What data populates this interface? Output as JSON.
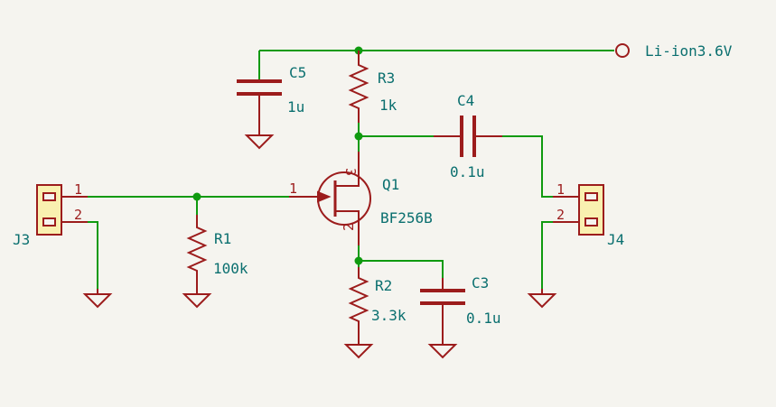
{
  "colors": {
    "background": "#f5f4ef",
    "wire": "#0f9a0f",
    "component": "#9c1c1c",
    "text": "#0a6f6f",
    "connector_fill": "#f9f0b0"
  },
  "power_label": "Li-ion3.6V",
  "components": {
    "c5": {
      "ref": "C5",
      "value": "1u"
    },
    "r3": {
      "ref": "R3",
      "value": "1k"
    },
    "c4": {
      "ref": "C4",
      "value": "0.1u"
    },
    "q1": {
      "ref": "Q1",
      "value": "BF256B",
      "pin_gate": "1",
      "pin_drain": "3",
      "pin_source": "2"
    },
    "r1": {
      "ref": "R1",
      "value": "100k"
    },
    "r2": {
      "ref": "R2",
      "value": "3.3k"
    },
    "c3": {
      "ref": "C3",
      "value": "0.1u"
    },
    "j3": {
      "ref": "J3",
      "pin1": "1",
      "pin2": "2"
    },
    "j4": {
      "ref": "J4",
      "pin1": "1",
      "pin2": "2"
    }
  },
  "icons": [
    "ground-symbol",
    "junction-dot",
    "power-flag-circle"
  ]
}
